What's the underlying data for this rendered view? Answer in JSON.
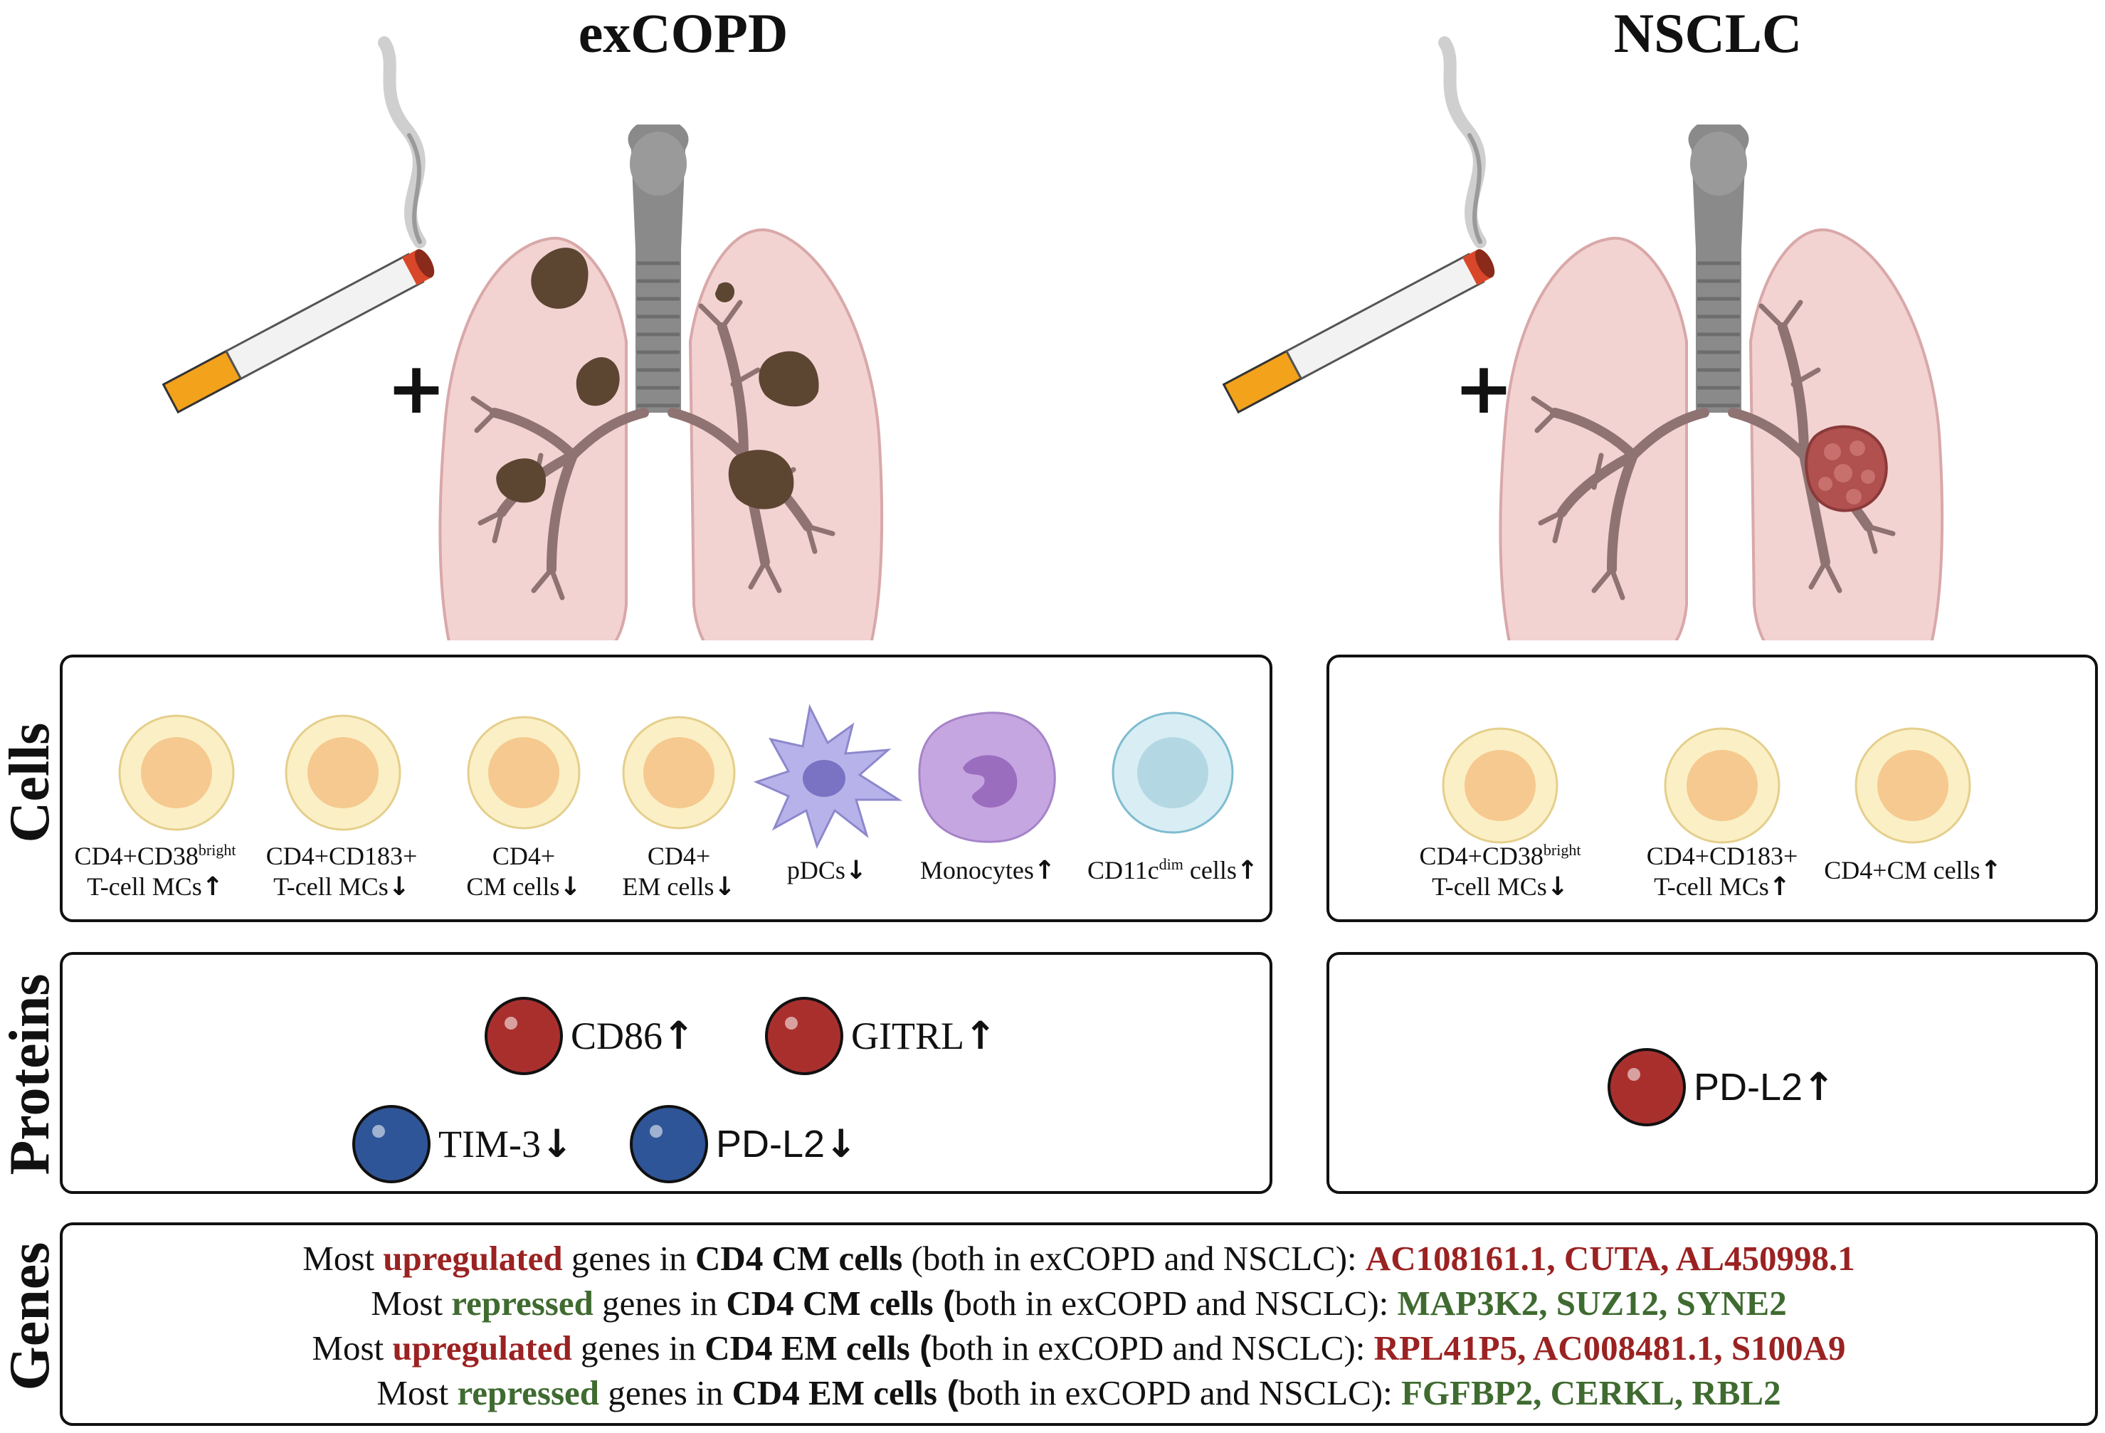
{
  "titles": {
    "left": "exCOPD",
    "right": "NSCLC"
  },
  "plus": "+",
  "row_labels": {
    "cells": "Cells",
    "proteins": "Proteins",
    "genes": "Genes"
  },
  "arrows": {
    "up": "↑",
    "down": "↓"
  },
  "excopd_cells": [
    {
      "line1": "CD4+CD38",
      "sup": "bright",
      "line2": "T-cell MCs",
      "arrow": "↑",
      "type": "tcell"
    },
    {
      "line1": "CD4+CD183+",
      "sup": "",
      "line2": "T-cell MCs",
      "arrow": "↓",
      "type": "tcell"
    },
    {
      "line1": "CD4+",
      "sup": "",
      "line2": "CM cells",
      "arrow": "↓",
      "type": "tcell"
    },
    {
      "line1": "CD4+",
      "sup": "",
      "line2": "EM cells",
      "arrow": "↓",
      "type": "tcell"
    },
    {
      "line1": "pDCs",
      "sup": "",
      "line2": "",
      "arrow": "↓",
      "type": "pdc"
    },
    {
      "line1": "Monocytes",
      "sup": "",
      "line2": "",
      "arrow": "↑",
      "type": "monocyte"
    },
    {
      "line1": "CD11c",
      "sup": "dim",
      "line1b": " cells",
      "line2": "",
      "arrow": "↑",
      "type": "cd11c"
    }
  ],
  "nsclc_cells": [
    {
      "line1": "CD4+CD38",
      "sup": "bright",
      "line2": "T-cell MCs",
      "arrow": "↓"
    },
    {
      "line1": "CD4+CD183+",
      "sup": "",
      "line2": "T-cell MCs",
      "arrow": "↑"
    },
    {
      "line1": "CD4+CM cells",
      "sup": "",
      "line2": "",
      "arrow": "↑"
    }
  ],
  "excopd_proteins": [
    {
      "name": "CD86",
      "arrow": "↑",
      "color": "#a8302e"
    },
    {
      "name": "GITRL",
      "arrow": "↑",
      "color": "#a8302e"
    },
    {
      "name": "TIM-3",
      "arrow": "↓",
      "color": "#2f5597"
    },
    {
      "name": "PD-L2",
      "arrow": "↓",
      "color": "#2f5597"
    }
  ],
  "nsclc_proteins": [
    {
      "name": "PD-L2",
      "arrow": "↑",
      "color": "#a8302e"
    }
  ],
  "genes": [
    {
      "pre": "Most ",
      "kind": "upregulated",
      "mid": " genes in ",
      "cell": "CD4 CM cells",
      "paren": " (",
      "post": "both in exCOPD and NSCLC): ",
      "list": "AC108161.1, CUTA, AL450998.1"
    },
    {
      "pre": "Most ",
      "kind": "repressed",
      "mid": " genes in ",
      "cell": "CD4 CM cells",
      "paren": " (",
      "post": "both in exCOPD and NSCLC): ",
      "list": "MAP3K2, SUZ12, SYNE2"
    },
    {
      "pre": "Most ",
      "kind": "upregulated",
      "mid": " genes in ",
      "cell": "CD4 EM cells",
      "paren": " (",
      "post": "both in exCOPD and NSCLC): ",
      "list": "RPL41P5, AC008481.1, S100A9"
    },
    {
      "pre": "Most ",
      "kind": "repressed",
      "mid": " genes in ",
      "cell": "CD4 EM cells",
      "paren": " (",
      "post": "both in exCOPD and NSCLC): ",
      "list": "FGFBP2, CERKL, RBL2"
    }
  ],
  "colors": {
    "upregulated": "#9b2222",
    "repressed": "#3f6b30",
    "lung": "#f2d3d2",
    "lung_stroke": "#d9a8a8",
    "bronchi": "#8f7272",
    "trachea": "#8a8a8a",
    "spot": "#5c4632",
    "tumor": "#b0504f",
    "tcell_outer": "#fbefc5",
    "tcell_inner": "#f5c98f",
    "pdc": "#b7b3ea",
    "monocyte": "#c6a6e0",
    "cd11c": "#d8eef4",
    "cigarette_filter": "#f3a21c"
  }
}
